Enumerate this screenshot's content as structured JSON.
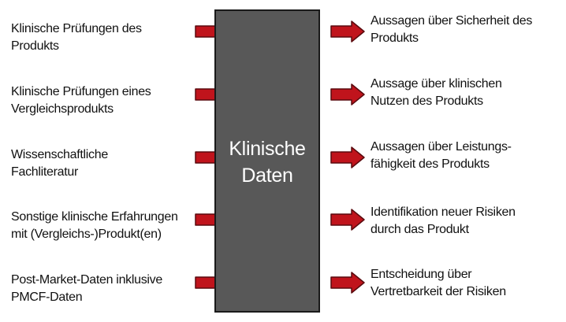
{
  "diagram": {
    "center": {
      "lines": [
        "Klinische",
        "Daten"
      ]
    },
    "inputs": [
      {
        "lines": [
          "Klinische Prüfungen des",
          "Produkts"
        ]
      },
      {
        "lines": [
          "Klinische Prüfungen eines",
          "Vergleichsprodukts"
        ]
      },
      {
        "lines": [
          "Wissenschaftliche",
          "Fachliteratur"
        ]
      },
      {
        "lines": [
          "Sonstige klinische Erfahrungen",
          "mit (Vergleichs-)Produkt(en)"
        ]
      },
      {
        "lines": [
          "Post-Market-Daten inklusive",
          "PMCF-Daten"
        ]
      }
    ],
    "outputs": [
      {
        "lines": [
          "Aussagen über Sicherheit des",
          "Produkts"
        ]
      },
      {
        "lines": [
          "Aussage über klinischen",
          "Nutzen des Produkts"
        ]
      },
      {
        "lines": [
          "Aussagen über Leistungs-",
          "fähigkeit des Produkts"
        ]
      },
      {
        "lines": [
          "Identifikation neuer Risiken",
          "durch das Produkt"
        ]
      },
      {
        "lines": [
          "Entscheidung über",
          "Vertretbarkeit der Risiken"
        ]
      }
    ],
    "colors": {
      "arrow": "#c0141c",
      "arrow_outline": "#5a0a0e",
      "box": "#585858"
    },
    "icons": {
      "arrow": "arrow-right-icon"
    }
  }
}
